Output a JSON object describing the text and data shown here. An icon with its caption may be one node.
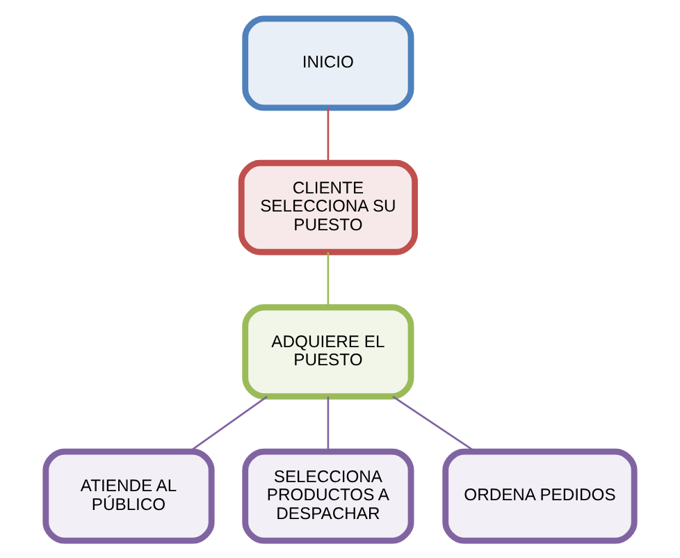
{
  "diagram": {
    "nodes": [
      {
        "text": [
          "INICIO"
        ]
      },
      {
        "text": [
          "CLIENTE SELECCIONA SU PUESTO"
        ]
      },
      {
        "text": [
          "ADQUIERE EL PUESTO"
        ]
      },
      {
        "text": [
          "ATIENDE AL PÚBLICO"
        ]
      },
      {
        "text": [
          "SELECCIONA PRODUCTOS A DESPACHAR"
        ]
      },
      {
        "text": [
          "ORDENA PEDIDOS"
        ]
      }
    ],
    "edges": [
      {
        "from": 0,
        "to": 1,
        "arrow": "none",
        "color": "#c0504d"
      },
      {
        "from": 1,
        "to": 2,
        "arrow": "none",
        "color": "#9bbb59"
      },
      {
        "from": 2,
        "to": 3,
        "arrow": "none"
      },
      {
        "from": 2,
        "to": 4,
        "arrow": "none"
      },
      {
        "from": 2,
        "to": 5,
        "arrow": "none"
      }
    ]
  }
}
